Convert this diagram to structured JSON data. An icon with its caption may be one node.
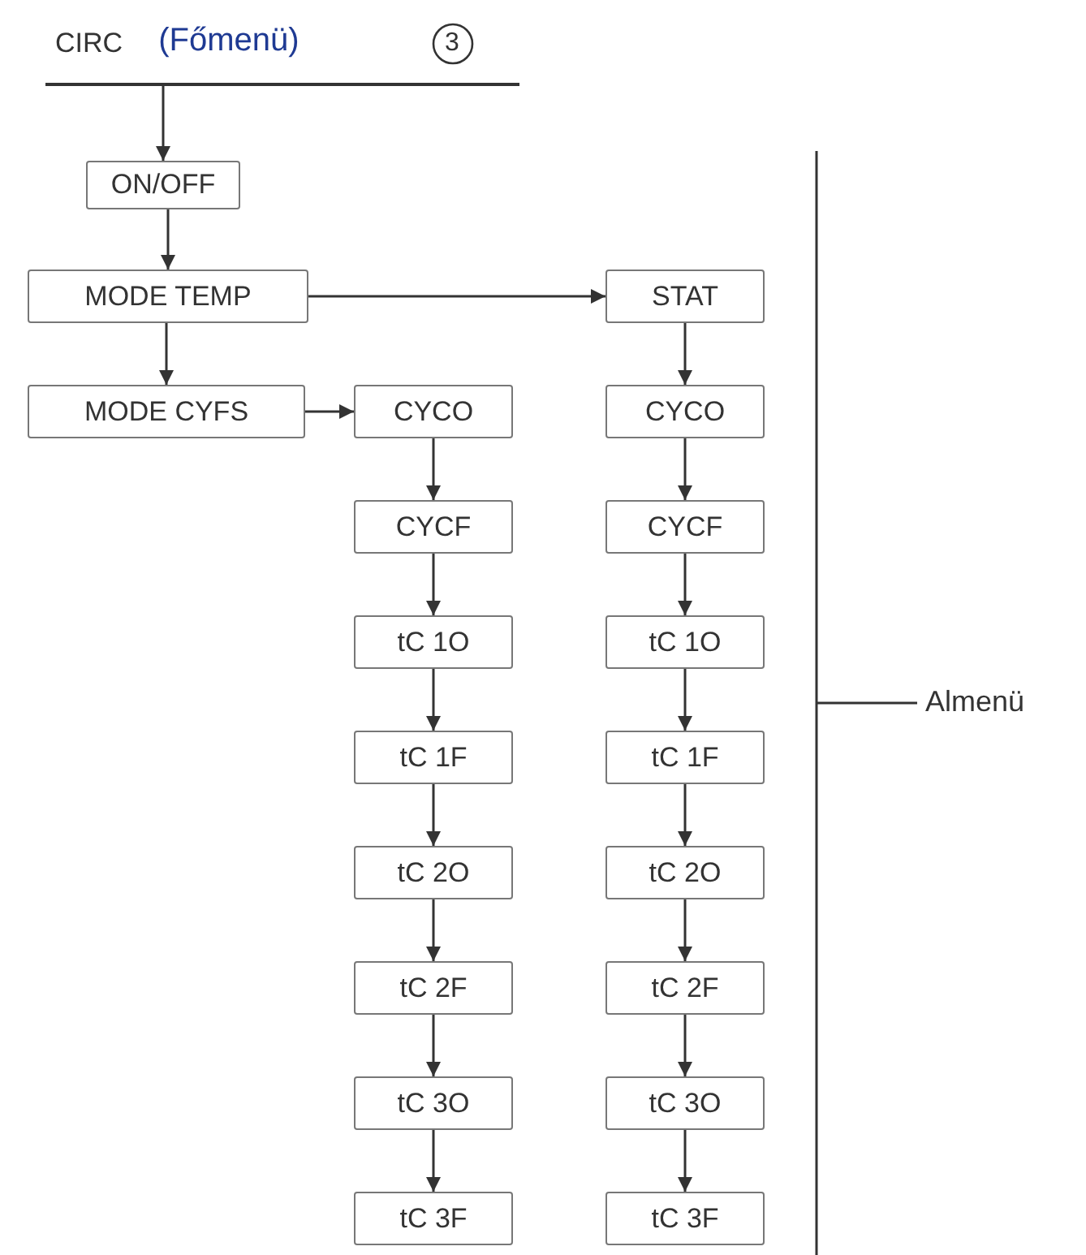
{
  "diagram": {
    "nodes": [
      {
        "text": [
          "CIRC",
          "(Főmenü)"
        ]
      },
      {
        "text": [
          "ON/OFF"
        ]
      },
      {
        "text": [
          "MODE TEMP"
        ]
      },
      {
        "text": [
          "MODE CYFS"
        ]
      },
      {
        "text": [
          "STAT"
        ]
      },
      {
        "text": [
          "CYCO"
        ]
      },
      {
        "text": [
          "CYCF"
        ]
      },
      {
        "text": [
          "tC 1O"
        ]
      },
      {
        "text": [
          "tC 1F"
        ]
      },
      {
        "text": [
          "tC 2O"
        ]
      },
      {
        "text": [
          "tC 2F"
        ]
      },
      {
        "text": [
          "tC 3O"
        ]
      },
      {
        "text": [
          "tC 3F"
        ]
      },
      {
        "text": [
          "CYCO"
        ]
      },
      {
        "text": [
          "CYCF"
        ]
      },
      {
        "text": [
          "tC 1O"
        ]
      },
      {
        "text": [
          "tC 1F"
        ]
      },
      {
        "text": [
          "tC 2O"
        ]
      },
      {
        "text": [
          "tC 2F"
        ]
      },
      {
        "text": [
          "tC 3O"
        ]
      },
      {
        "text": [
          "tC 3F"
        ]
      }
    ],
    "edges": [
      {
        "from": 0,
        "to": 1,
        "arrow": "to"
      },
      {
        "from": 1,
        "to": 2,
        "arrow": "to"
      },
      {
        "from": 2,
        "to": 3,
        "arrow": "to"
      },
      {
        "from": 2,
        "to": 4,
        "arrow": "to"
      },
      {
        "from": 3,
        "to": 5,
        "arrow": "to"
      },
      {
        "from": 5,
        "to": 6,
        "arrow": "to"
      },
      {
        "from": 6,
        "to": 7,
        "arrow": "to"
      },
      {
        "from": 7,
        "to": 8,
        "arrow": "to"
      },
      {
        "from": 8,
        "to": 9,
        "arrow": "to"
      },
      {
        "from": 9,
        "to": 10,
        "arrow": "to"
      },
      {
        "from": 10,
        "to": 11,
        "arrow": "to"
      },
      {
        "from": 11,
        "to": 12,
        "arrow": "to"
      },
      {
        "from": 4,
        "to": 13,
        "arrow": "to"
      },
      {
        "from": 13,
        "to": 14,
        "arrow": "to"
      },
      {
        "from": 14,
        "to": 15,
        "arrow": "to"
      },
      {
        "from": 15,
        "to": 16,
        "arrow": "to"
      },
      {
        "from": 16,
        "to": 17,
        "arrow": "to"
      },
      {
        "from": 17,
        "to": 18,
        "arrow": "to"
      },
      {
        "from": 18,
        "to": 19,
        "arrow": "to"
      },
      {
        "from": 19,
        "to": 20,
        "arrow": "to"
      }
    ],
    "labels": [
      "3",
      "Almenü"
    ]
  }
}
